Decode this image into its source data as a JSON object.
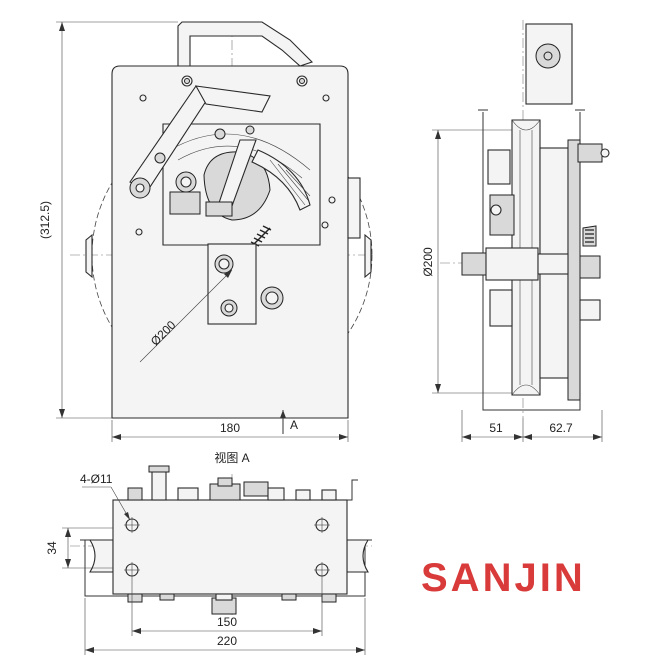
{
  "brand": {
    "name": "SANJIN",
    "color": "#d93a3a"
  },
  "front_view": {
    "height_dim": "(312.5)",
    "width_dim": "180",
    "diameter_label": "Ø200",
    "section_marker": "A"
  },
  "side_view": {
    "diameter_label": "Ø200",
    "width_left": "51",
    "width_right": "62.7"
  },
  "bottom_view": {
    "title": "视图 A",
    "hole_label": "4-Ø11",
    "height_dim": "34",
    "inner_width": "150",
    "outer_width": "220"
  }
}
